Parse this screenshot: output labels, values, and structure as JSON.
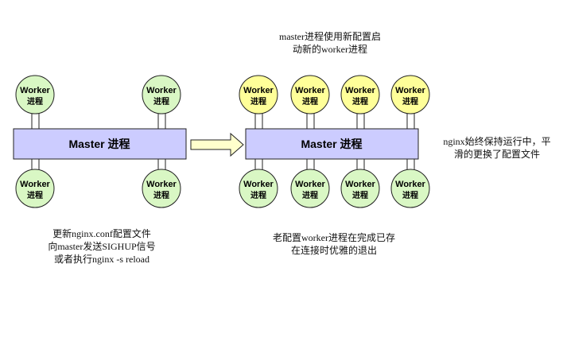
{
  "diagram": {
    "left": {
      "master_label": "Master 进程",
      "workers": [
        {
          "line1": "Worker",
          "line2": "进程",
          "state": "old"
        },
        {
          "line1": "Worker",
          "line2": "进程",
          "state": "old"
        },
        {
          "line1": "Worker",
          "line2": "进程",
          "state": "old"
        },
        {
          "line1": "Worker",
          "line2": "进程",
          "state": "old"
        }
      ]
    },
    "right": {
      "master_label": "Master 进程",
      "workers_new": [
        {
          "line1": "Worker",
          "line2": "进程",
          "state": "new"
        },
        {
          "line1": "Worker",
          "line2": "进程",
          "state": "new"
        },
        {
          "line1": "Worker",
          "line2": "进程",
          "state": "new"
        },
        {
          "line1": "Worker",
          "line2": "进程",
          "state": "new"
        }
      ],
      "workers_old": [
        {
          "line1": "Worker",
          "line2": "进程",
          "state": "old"
        },
        {
          "line1": "Worker",
          "line2": "进程",
          "state": "old"
        },
        {
          "line1": "Worker",
          "line2": "进程",
          "state": "old"
        },
        {
          "line1": "Worker",
          "line2": "进程",
          "state": "old"
        }
      ]
    },
    "captions": {
      "top_line1": "master进程使用新配置启",
      "top_line2": "动新的worker进程",
      "bottom_left_line1": "更新nginx.conf配置文件",
      "bottom_left_line2": "向master发送SIGHUP信号",
      "bottom_left_line3": "或者执行nginx -s reload",
      "bottom_mid_line1": "老配置worker进程在完成已存",
      "bottom_mid_line2": "在连接时优雅的退出",
      "right_line1": "nginx始终保持运行中，平",
      "right_line2": "滑的更换了配置文件"
    },
    "colors": {
      "master_fill": "#ccccff",
      "old_worker_fill": "#d9f7c4",
      "new_worker_fill": "#ffff99",
      "arrow_fill": "#ffffcc",
      "stroke": "#222222"
    }
  }
}
